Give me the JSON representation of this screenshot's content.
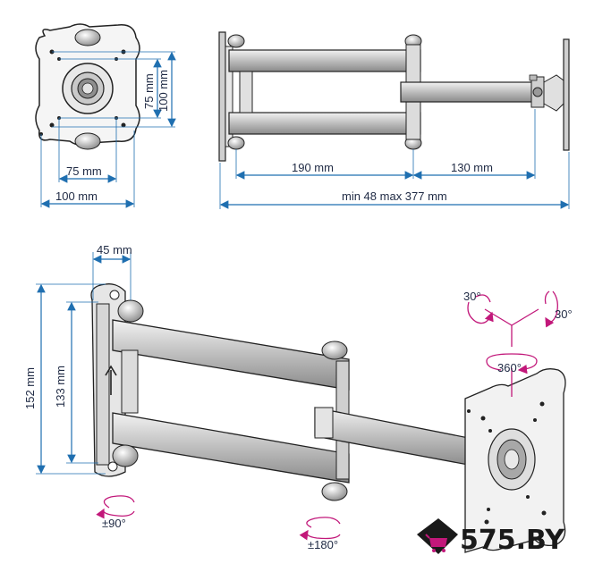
{
  "top_left": {
    "vertical_inner": "75 mm",
    "vertical_outer": "100 mm",
    "horizontal_inner": "75 mm",
    "horizontal_outer": "100 mm"
  },
  "top_right": {
    "arm1": "190 mm",
    "arm2": "130 mm",
    "extension": "min 48 max 377 mm"
  },
  "bottom": {
    "top_offset": "45 mm",
    "height_outer": "152 mm",
    "height_inner": "133 mm",
    "rot_wall": "±90°",
    "rot_arm": "±180°",
    "tilt_left": "30°",
    "tilt_right": "30°",
    "swivel": "360°"
  },
  "brand": {
    "logo_text": "575.BY"
  },
  "colors": {
    "dimension": "#1f6fb0",
    "rotation": "#c2187a",
    "line": "#222222",
    "metal": "#d9d9d9"
  }
}
